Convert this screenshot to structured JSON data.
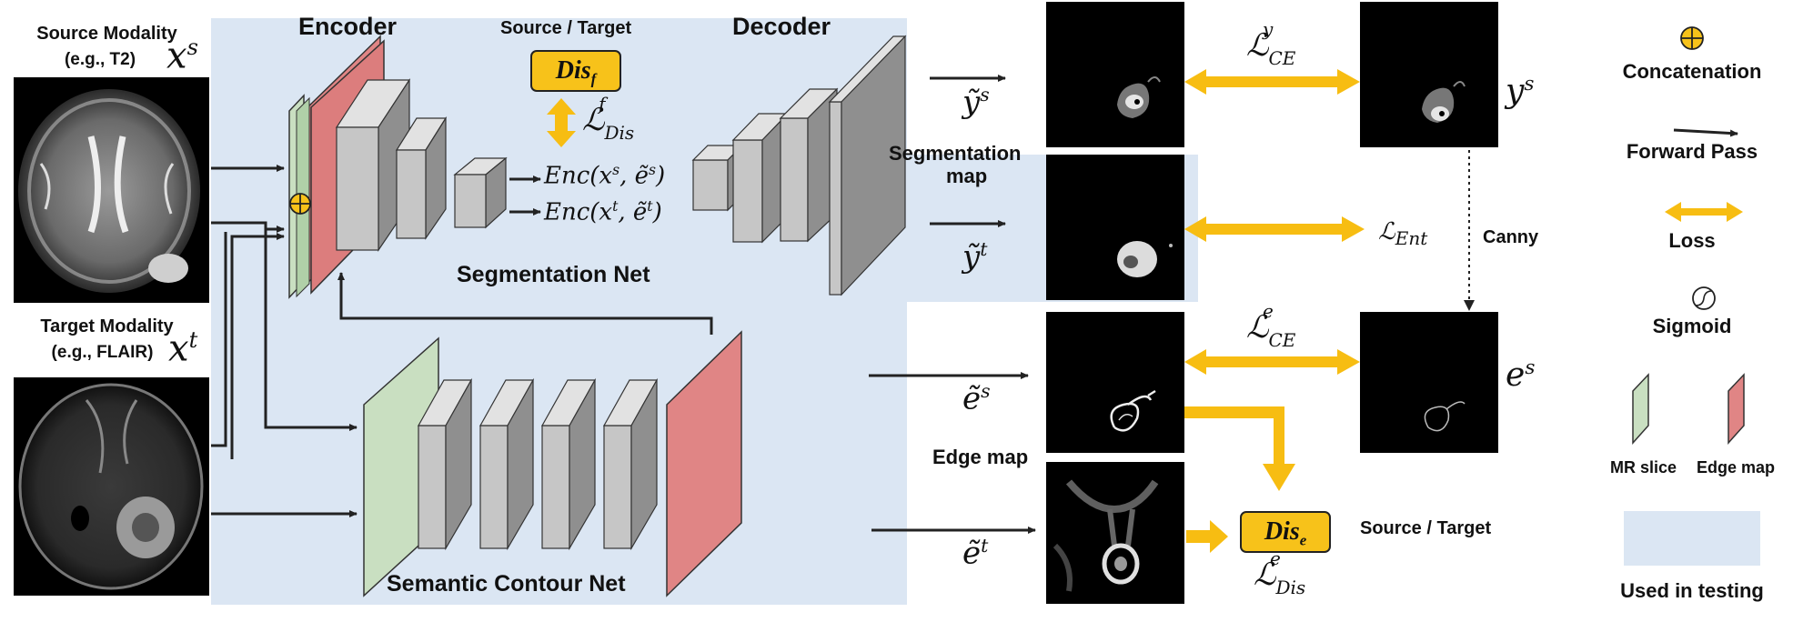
{
  "labels": {
    "source_modality": "Source Modality",
    "source_example": "(e.g., T2)",
    "target_modality": "Target Modality",
    "target_example": "(e.g., FLAIR)",
    "encoder": "Encoder",
    "decoder": "Decoder",
    "source_target_top": "Source / Target",
    "segmentation_net": "Segmentation Net",
    "semantic_contour_net": "Semantic Contour Net",
    "segmentation_map": "Segmentation",
    "segmentation_map_2": "map",
    "edge_map": "Edge map",
    "canny": "Canny",
    "source_target_bottom": "Source / Target"
  },
  "math": {
    "xs": "x",
    "xs_sup": "s",
    "xt": "x",
    "xt_sup": "t",
    "enc_s": "Enc(x",
    "enc_s_rest": "s",
    "enc_s_tail": ", ẽ",
    "enc_s_tail_sup": "s",
    "enc_t": "Enc(x",
    "enc_t_rest": "t",
    "enc_t_tail": ", ẽ",
    "enc_t_tail_sup": "t",
    "ys_tilde": "ỹ",
    "ys_tilde_sup": "s",
    "yt_tilde": "ỹ",
    "yt_tilde_sup": "t",
    "es_tilde": "ẽ",
    "es_tilde_sup": "s",
    "et_tilde": "ẽ",
    "et_tilde_sup": "t",
    "ys": "y",
    "ys_sup": "s",
    "es": "e",
    "es_sup": "s"
  },
  "losses": {
    "dis_f": {
      "L": "ℒ",
      "sup": "f",
      "sub": "Dis"
    },
    "ce_y": {
      "L": "ℒ",
      "sup": "y",
      "sub": "CE"
    },
    "ent": {
      "L": "ℒ",
      "sub": "Ent"
    },
    "ce_e": {
      "L": "ℒ",
      "sup": "e",
      "sub": "CE"
    },
    "dis_e": {
      "L": "ℒ",
      "sup": "e",
      "sub": "Dis"
    }
  },
  "discriminators": {
    "dis_f": {
      "base": "Dis",
      "sub": "f"
    },
    "dis_e": {
      "base": "Dis",
      "sub": "e"
    }
  },
  "legend": {
    "concatenation": "Concatenation",
    "forward_pass": "Forward Pass",
    "loss": "Loss",
    "sigmoid": "Sigmoid",
    "mr_slice": "MR slice",
    "edge_map": "Edge map",
    "used_in_testing": "Used in testing"
  },
  "icons": [
    "concatenation-icon",
    "forward-arrow-icon",
    "loss-arrow-icon",
    "sigmoid-icon",
    "mr-slice-icon",
    "edge-map-icon"
  ],
  "colors": {
    "testing_bg": "#dbe6f3",
    "loss_arrow": "#f7bd12",
    "mr_slice": "#c9dfc1",
    "edge_map": "#e08585",
    "block": "#b9b9b9",
    "dis_box": "#f7c21a"
  }
}
